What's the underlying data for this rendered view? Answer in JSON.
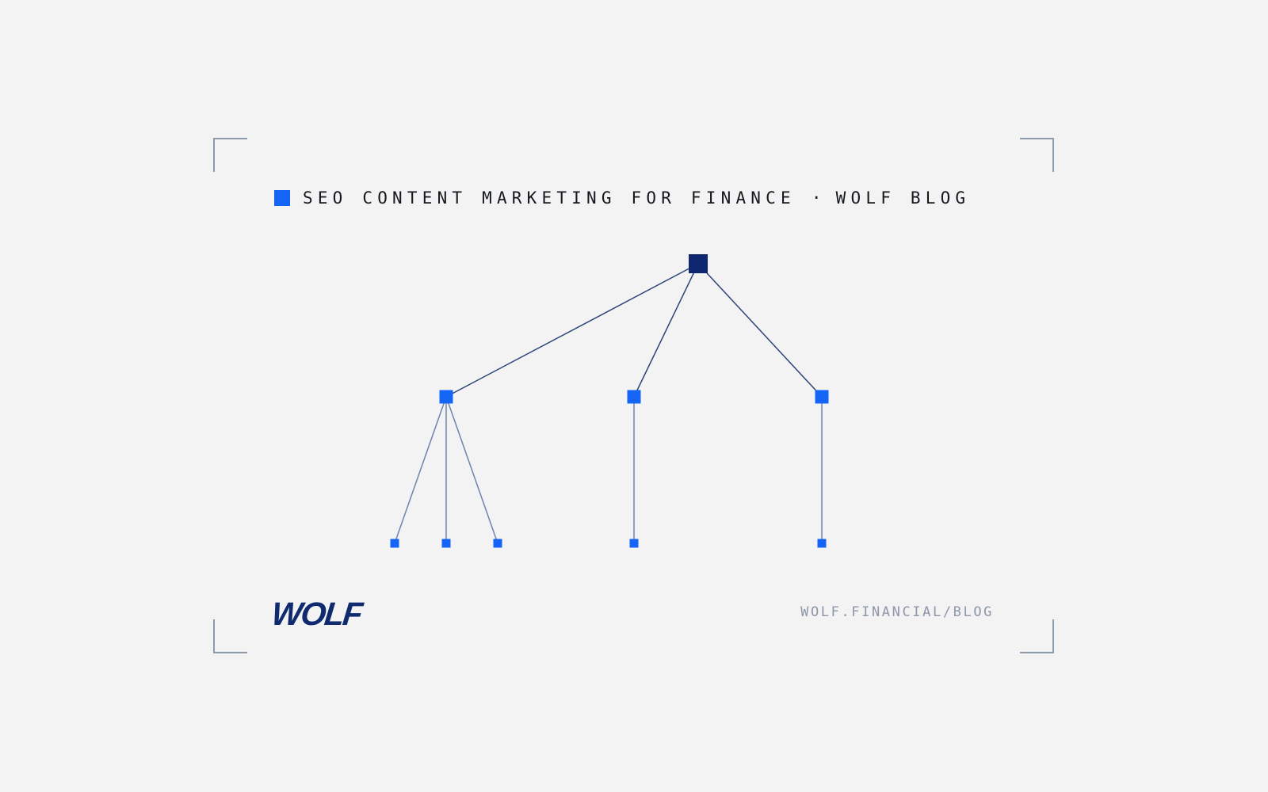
{
  "header": {
    "title": "SEO CONTENT MARKETING FOR FINANCE",
    "separator": "·",
    "section": "WOLF BLOG"
  },
  "brand": {
    "logo_text": "WOLF",
    "url": "WOLF.FINANCIAL/BLOG"
  },
  "colors": {
    "background": "#f3f3f3",
    "accent": "#1464f5",
    "root_node": "#0f2670",
    "edge_primary": "#2f4579",
    "edge_secondary": "#6f83ad",
    "frame": "#8f9aab",
    "url_text": "#8d96a8"
  },
  "diagram": {
    "type": "tree",
    "levels": 3,
    "root": {
      "children": [
        {
          "children": [
            {},
            {},
            {}
          ]
        },
        {
          "children": [
            {}
          ]
        },
        {
          "children": [
            {}
          ]
        }
      ]
    }
  }
}
